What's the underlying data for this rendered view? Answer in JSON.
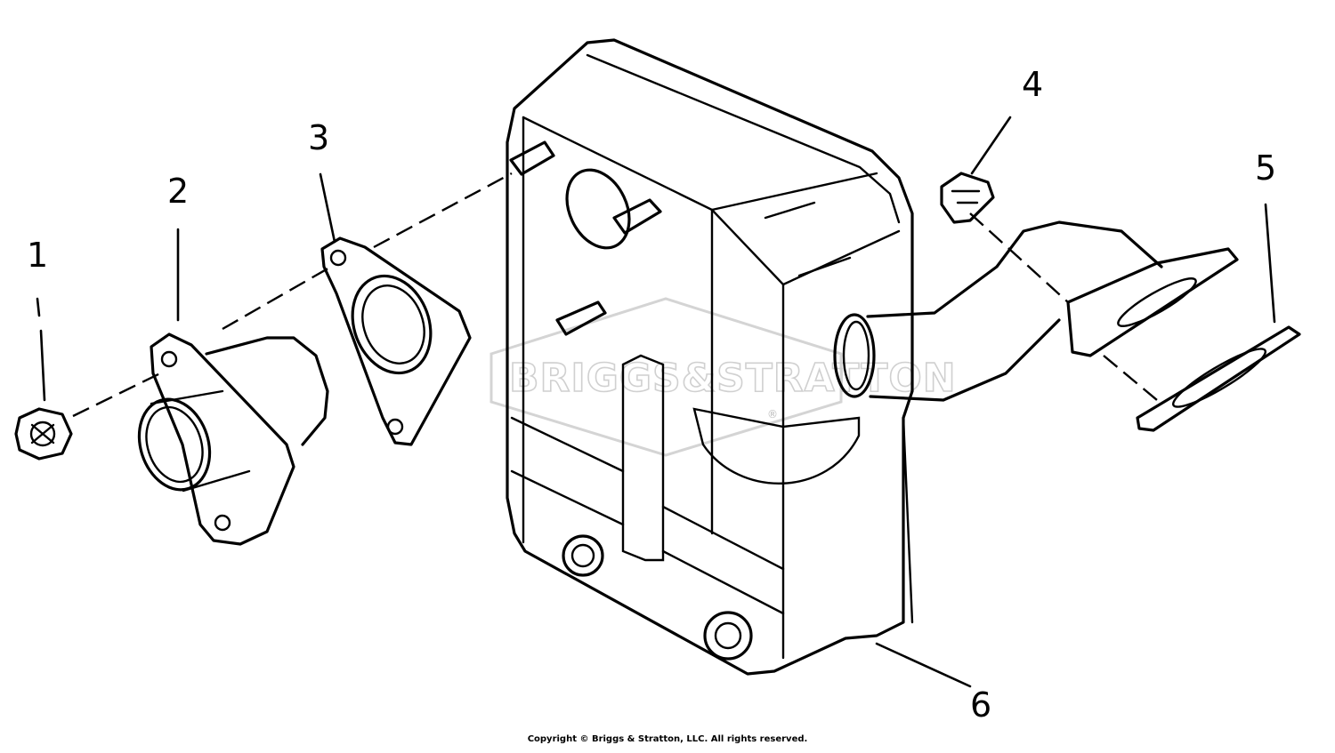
{
  "diagram": {
    "callouts": [
      {
        "id": "1",
        "label": "1"
      },
      {
        "id": "2",
        "label": "2"
      },
      {
        "id": "3",
        "label": "3"
      },
      {
        "id": "4",
        "label": "4"
      },
      {
        "id": "5",
        "label": "5"
      },
      {
        "id": "6",
        "label": "6"
      }
    ],
    "watermark": "BRIGGS&STRATTON",
    "watermark_mark": "®",
    "copyright": "Copyright © Briggs & Stratton, LLC. All rights reserved."
  }
}
